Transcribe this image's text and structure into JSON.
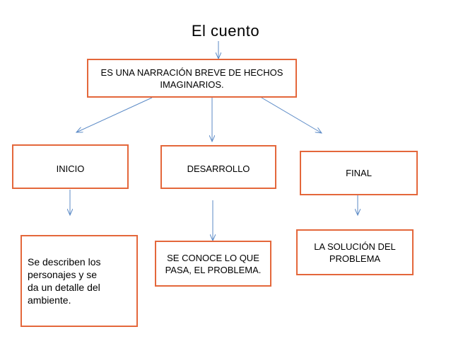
{
  "title": "El cuento",
  "root": {
    "text": "ES UNA NARRACIÓN BREVE DE HECHOS\nIMAGINARIOS."
  },
  "sections": [
    {
      "label": "INICIO",
      "detail": "Se describen los\npersonajes y se\nda un detalle del\nambiente."
    },
    {
      "label": "DESARROLLO",
      "detail": "SE CONOCE LO QUE\nPASA, EL PROBLEMA."
    },
    {
      "label": "FINAL",
      "detail": "LA SOLUCIÓN DEL\nPROBLEMA"
    }
  ],
  "colors": {
    "box_border": "#e4673b",
    "arrow": "#5b8ac6"
  }
}
